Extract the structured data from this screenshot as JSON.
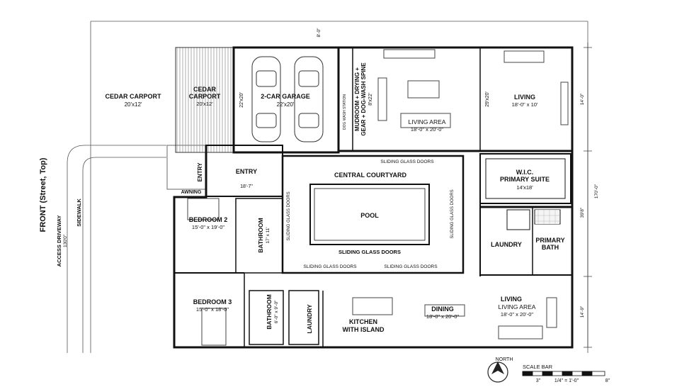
{
  "front_label": "FRONT (Street, Top)",
  "access_driveway": {
    "label": "ACCESS DRIVEWAY",
    "dim": "130'0\""
  },
  "sidewalk": "SIDEWALK",
  "carport_outer": {
    "name": "CEDAR CARPORT",
    "dim": "20'x12'"
  },
  "carport_inner": {
    "name_line1": "CEDAR",
    "name_line2": "CARPORT",
    "dim": "20'x12'"
  },
  "garage": {
    "name": "2-CAR GARAGE",
    "dim": "22'x20'",
    "side_dim": "22'x20'"
  },
  "mudroom": {
    "line1": "MUDROOM + DRYING +",
    "line2": "GEAR + DOG-WASH SPINE",
    "dim": "8'x22'",
    "bench": "DOG WASH STATION"
  },
  "living_area_top": {
    "name": "LIVING AREA",
    "dim": "18'-0\" x 20'-0\""
  },
  "living_top": {
    "name": "LIVING",
    "dim": "18'-0\" x 10'",
    "side_dim": "29'x20'"
  },
  "entry_side": "ENTRY",
  "entry": {
    "name": "ENTRY",
    "dim": "18'-7\""
  },
  "awning": "AWNING",
  "courtyard": "CENTRAL COURTYARD",
  "pool": "POOL",
  "sliding_glass_doors": "SLIDING GLASS DOORS",
  "bedroom2": {
    "name": "BEDROOM 2",
    "dim": "15'-0\" x 19'-0\""
  },
  "bathroom_mid": {
    "name": "BATHROOM",
    "dim": "17' x 11'"
  },
  "wic": {
    "name": "W.I.C.",
    "line2": "PRIMARY SUITE",
    "dim": "14'x18'"
  },
  "laundry_right": "LAUNDRY",
  "primary_bath": {
    "line1": "PRIMARY",
    "line2": "BATH"
  },
  "bedroom3": {
    "name": "BEDROOM 3",
    "dim": "15'-0\" x 18'-0\""
  },
  "bathroom_low": {
    "name": "BATHROOM",
    "dim": "6'-0\" x 9'-0\""
  },
  "laundry_low": "LAUNDRY",
  "kitchen": {
    "line1": "KITCHEN",
    "line2": "WITH ISLAND"
  },
  "dining": {
    "name": "DINING",
    "dim": "18'-0\" x 20'-0\""
  },
  "living_low": {
    "name": "LIVING",
    "line2": "LIVING AREA",
    "dim": "18'-0\" x 20'-0\""
  },
  "dims_right": {
    "top": "8'-0\"",
    "d1": "14'-0\"",
    "d2": "170'-0\"",
    "d3": "39'8\"",
    "d4": "14'-9\""
  },
  "north": "NORTH",
  "scale": {
    "title": "SCALE BAR",
    "left": "3\"",
    "mid": "1/4\" = 1'-0\"",
    "right": "8\""
  }
}
